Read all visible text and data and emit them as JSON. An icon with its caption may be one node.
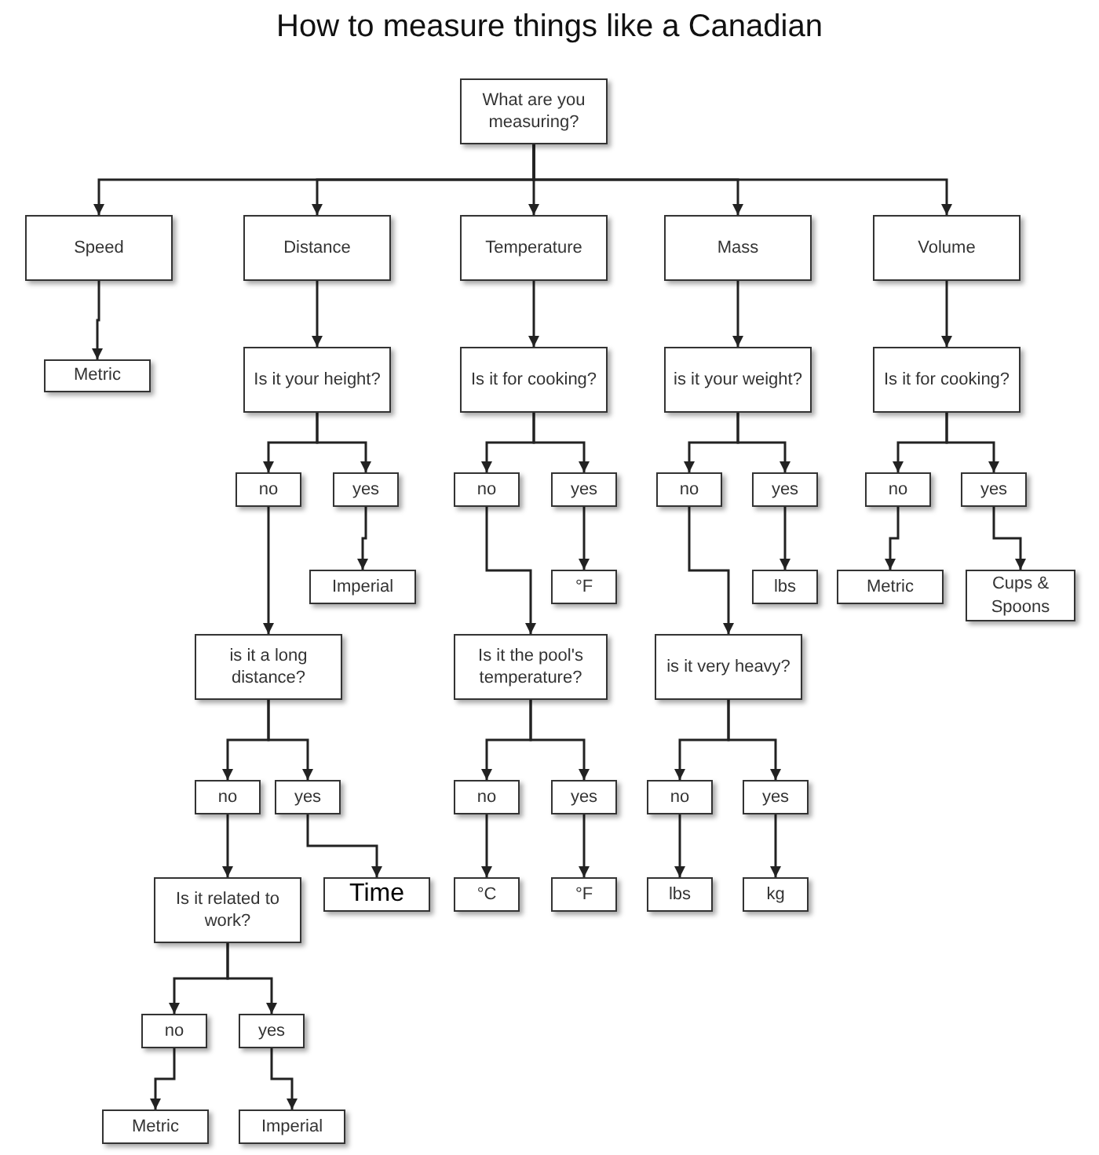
{
  "diagram": {
    "title": "How to measure things like a Canadian",
    "nodes": [
      {
        "text": [
          "What are you measuring?"
        ]
      },
      {
        "text": [
          "Speed"
        ]
      },
      {
        "text": [
          "Distance"
        ]
      },
      {
        "text": [
          "Temperature"
        ]
      },
      {
        "text": [
          "Mass"
        ]
      },
      {
        "text": [
          "Volume"
        ]
      },
      {
        "text": [
          "Metric"
        ]
      },
      {
        "text": [
          "Is it your height?"
        ]
      },
      {
        "text": [
          "Is it for cooking?"
        ]
      },
      {
        "text": [
          "is it your weight?"
        ]
      },
      {
        "text": [
          "Is it for cooking?"
        ]
      },
      {
        "text": [
          "no"
        ]
      },
      {
        "text": [
          "yes"
        ]
      },
      {
        "text": [
          "no"
        ]
      },
      {
        "text": [
          "yes"
        ]
      },
      {
        "text": [
          "no"
        ]
      },
      {
        "text": [
          "yes"
        ]
      },
      {
        "text": [
          "no"
        ]
      },
      {
        "text": [
          "yes"
        ]
      },
      {
        "text": [
          "Imperial"
        ]
      },
      {
        "text": [
          "°F"
        ]
      },
      {
        "text": [
          "lbs"
        ]
      },
      {
        "text": [
          "Metric"
        ]
      },
      {
        "text": [
          "Cups & Spoons"
        ]
      },
      {
        "text": [
          "is it a long distance?"
        ]
      },
      {
        "text": [
          "Is it the pool's temperature?"
        ]
      },
      {
        "text": [
          "is it very heavy?"
        ]
      },
      {
        "text": [
          "no"
        ]
      },
      {
        "text": [
          "yes"
        ]
      },
      {
        "text": [
          "no"
        ]
      },
      {
        "text": [
          "yes"
        ]
      },
      {
        "text": [
          "no"
        ]
      },
      {
        "text": [
          "yes"
        ]
      },
      {
        "text": [
          "Is it related to work?"
        ]
      },
      {
        "text": [
          "Time"
        ]
      },
      {
        "text": [
          "°C"
        ]
      },
      {
        "text": [
          "°F"
        ]
      },
      {
        "text": [
          "lbs"
        ]
      },
      {
        "text": [
          "kg"
        ]
      },
      {
        "text": [
          "no"
        ]
      },
      {
        "text": [
          "yes"
        ]
      },
      {
        "text": [
          "Metric"
        ]
      },
      {
        "text": [
          "Imperial"
        ]
      }
    ],
    "edges": [
      {
        "from": 0,
        "to": 1,
        "arrow": "to"
      },
      {
        "from": 0,
        "to": 2,
        "arrow": "to"
      },
      {
        "from": 0,
        "to": 3,
        "arrow": "to"
      },
      {
        "from": 0,
        "to": 4,
        "arrow": "to"
      },
      {
        "from": 0,
        "to": 5,
        "arrow": "to"
      },
      {
        "from": 1,
        "to": 6,
        "arrow": "to"
      },
      {
        "from": 2,
        "to": 7,
        "arrow": "to"
      },
      {
        "from": 3,
        "to": 8,
        "arrow": "to"
      },
      {
        "from": 4,
        "to": 9,
        "arrow": "to"
      },
      {
        "from": 5,
        "to": 10,
        "arrow": "to"
      },
      {
        "from": 7,
        "to": 11,
        "arrow": "to"
      },
      {
        "from": 7,
        "to": 12,
        "arrow": "to"
      },
      {
        "from": 8,
        "to": 13,
        "arrow": "to"
      },
      {
        "from": 8,
        "to": 14,
        "arrow": "to"
      },
      {
        "from": 9,
        "to": 15,
        "arrow": "to"
      },
      {
        "from": 9,
        "to": 16,
        "arrow": "to"
      },
      {
        "from": 10,
        "to": 17,
        "arrow": "to"
      },
      {
        "from": 10,
        "to": 18,
        "arrow": "to"
      },
      {
        "from": 12,
        "to": 19,
        "arrow": "to"
      },
      {
        "from": 14,
        "to": 20,
        "arrow": "to"
      },
      {
        "from": 16,
        "to": 21,
        "arrow": "to"
      },
      {
        "from": 17,
        "to": 22,
        "arrow": "to"
      },
      {
        "from": 18,
        "to": 23,
        "arrow": "to"
      },
      {
        "from": 11,
        "to": 24,
        "arrow": "to"
      },
      {
        "from": 13,
        "to": 25,
        "arrow": "to"
      },
      {
        "from": 15,
        "to": 26,
        "arrow": "to"
      },
      {
        "from": 24,
        "to": 27,
        "arrow": "to"
      },
      {
        "from": 24,
        "to": 28,
        "arrow": "to"
      },
      {
        "from": 25,
        "to": 29,
        "arrow": "to"
      },
      {
        "from": 25,
        "to": 30,
        "arrow": "to"
      },
      {
        "from": 26,
        "to": 31,
        "arrow": "to"
      },
      {
        "from": 26,
        "to": 32,
        "arrow": "to"
      },
      {
        "from": 27,
        "to": 33,
        "arrow": "to"
      },
      {
        "from": 28,
        "to": 34,
        "arrow": "to"
      },
      {
        "from": 29,
        "to": 35,
        "arrow": "to"
      },
      {
        "from": 30,
        "to": 36,
        "arrow": "to"
      },
      {
        "from": 31,
        "to": 37,
        "arrow": "to"
      },
      {
        "from": 32,
        "to": 38,
        "arrow": "to"
      },
      {
        "from": 33,
        "to": 39,
        "arrow": "to"
      },
      {
        "from": 33,
        "to": 40,
        "arrow": "to"
      },
      {
        "from": 39,
        "to": 41,
        "arrow": "to"
      },
      {
        "from": 40,
        "to": 42,
        "arrow": "to"
      }
    ]
  }
}
